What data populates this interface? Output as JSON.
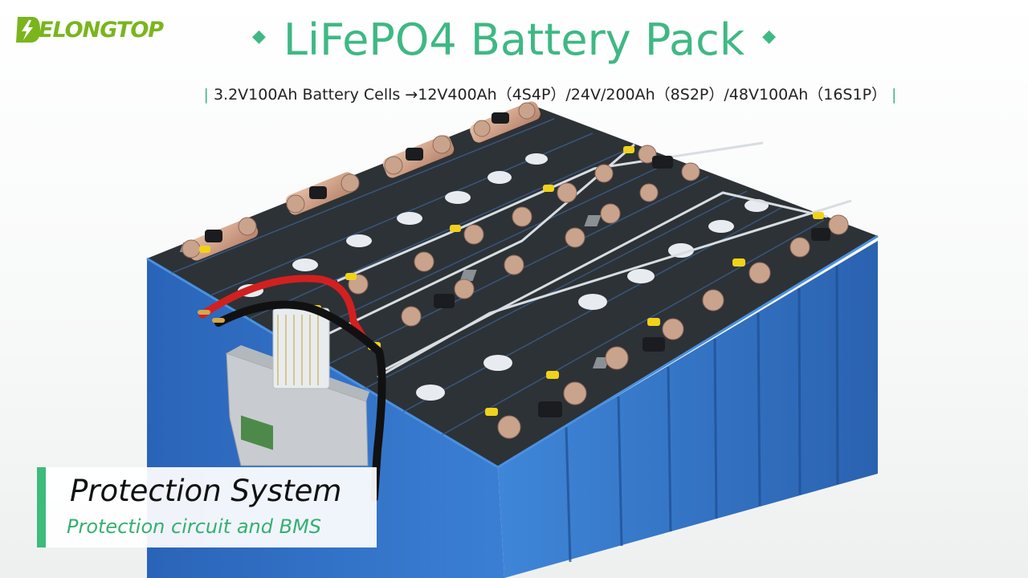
{
  "brand": {
    "name": "ELONGTOP",
    "logo_icon": "lightning-d-logo-icon",
    "color": "#7ab51d"
  },
  "header": {
    "title": "LiFePO4 Battery Pack",
    "subtitle": "3.2V100Ah Battery Cells →12V400Ah（4S4P）/24V/200Ah（8S2P）/48V100Ah（16S1P）",
    "accent_color": "#3fb884"
  },
  "caption": {
    "title": "Protection System",
    "subtitle": "Protection circuit and BMS"
  },
  "colors": {
    "cell_blue": "#2f6fc2",
    "cell_top": "#2d3136",
    "terminal": "#c99a7e",
    "accent": "#3dbb7a"
  }
}
